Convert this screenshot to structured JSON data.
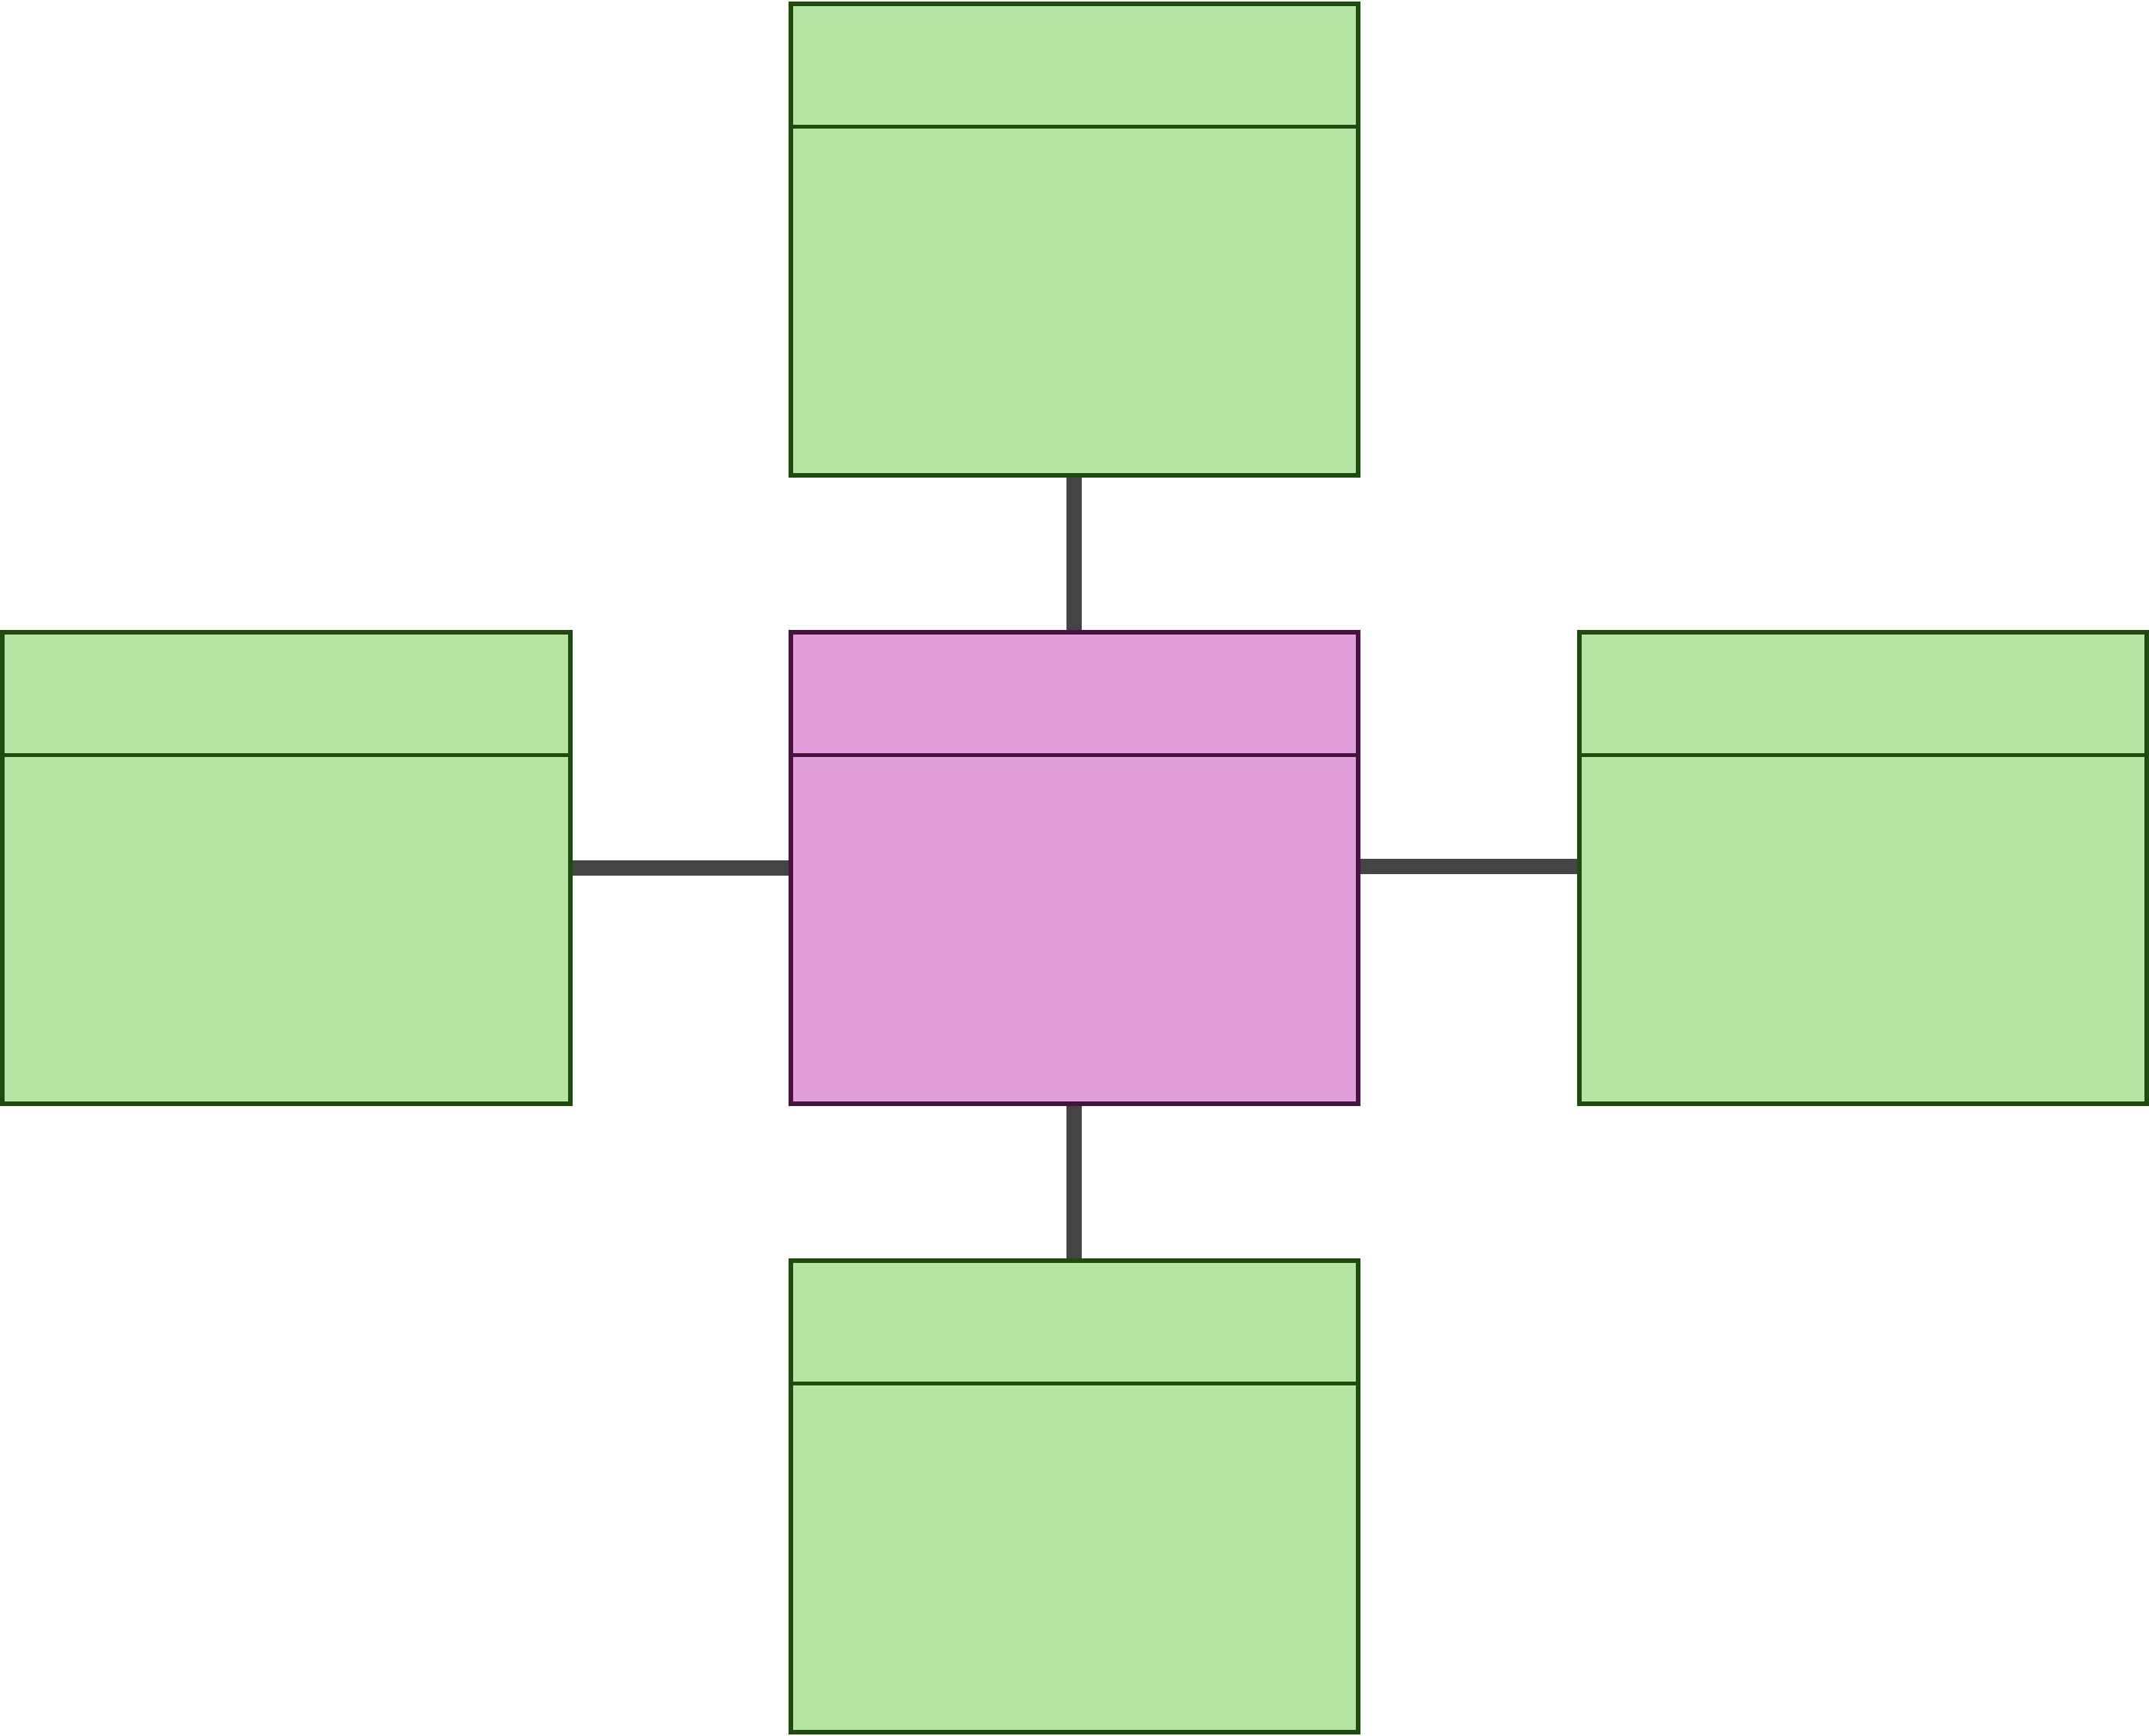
{
  "colors": {
    "canvas_background": "#ffffff",
    "connector": "#444444",
    "green_fill": "#b5e5a3",
    "green_border": "#1f4a10",
    "purple_fill": "#e39fdb",
    "purple_border": "#44143c"
  },
  "diagram": {
    "center": {
      "header": "",
      "body": "",
      "fill": "purple"
    },
    "top": {
      "header": "",
      "body": "",
      "fill": "green"
    },
    "left": {
      "header": "",
      "body": "",
      "fill": "green"
    },
    "right": {
      "header": "",
      "body": "",
      "fill": "green"
    },
    "bottom": {
      "header": "",
      "body": "",
      "fill": "green"
    }
  }
}
